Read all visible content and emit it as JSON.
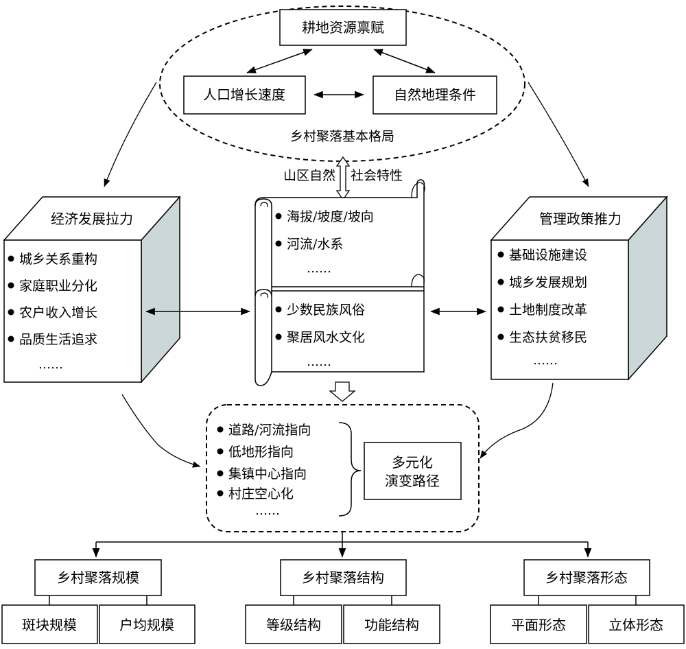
{
  "top_group": {
    "label": "乡村聚落基本格局",
    "endowment": "耕地资源禀赋",
    "population": "人口增长速度",
    "geography": "自然地理条件"
  },
  "center_label": {
    "left": "山区自然",
    "right": "社会特性"
  },
  "left_block": {
    "title": "经济发展拉力",
    "items": [
      "城乡关系重构",
      "家庭职业分化",
      "农户收入增长",
      "品质生活追求"
    ],
    "more": "……"
  },
  "right_block": {
    "title": "管理政策推力",
    "items": [
      "基础设施建设",
      "城乡发展规划",
      "土地制度改革",
      "生态扶贫移民"
    ],
    "more": "……"
  },
  "scroll_natural": {
    "items": [
      "海拔/坡度/坡向",
      "河流/水系"
    ],
    "more": "……"
  },
  "scroll_social": {
    "items": [
      "少数民族风俗",
      "聚居风水文化"
    ],
    "more": "……"
  },
  "paths_group": {
    "items": [
      "道路/河流指向",
      "低地形指向",
      "集镇中心指向",
      "村庄空心化"
    ],
    "more": "……",
    "summary_line1": "多元化",
    "summary_line2": "演变路径"
  },
  "outputs": {
    "scale": {
      "title": "乡村聚落规模",
      "children": [
        "斑块规模",
        "户均规模"
      ]
    },
    "structure": {
      "title": "乡村聚落结构",
      "children": [
        "等级结构",
        "功能结构"
      ]
    },
    "form": {
      "title": "乡村聚落形态",
      "children": [
        "平面形态",
        "立体形态"
      ]
    }
  },
  "colors": {
    "cube_side": "#ccd7d9",
    "stroke": "#000000",
    "background": "#ffffff"
  }
}
